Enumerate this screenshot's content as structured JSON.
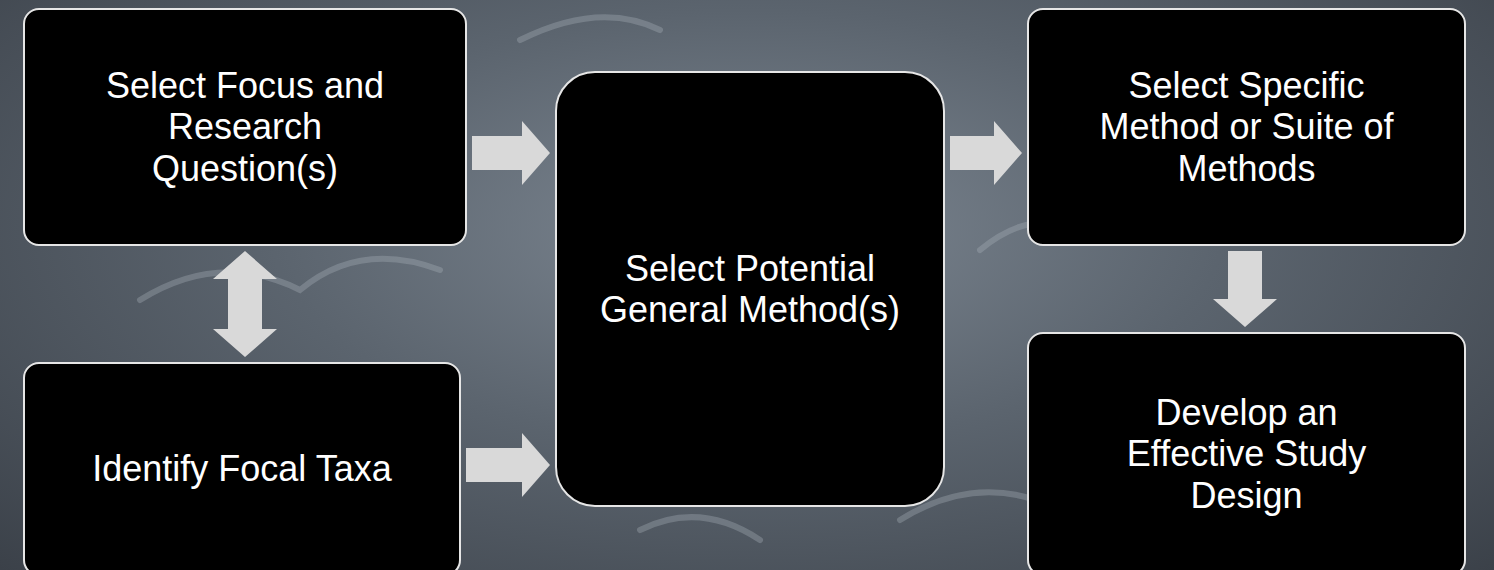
{
  "diagram": {
    "nodes": [
      {
        "text": [
          "Select Focus and Research Question(s)"
        ]
      },
      {
        "text": [
          "Identify Focal Taxa"
        ]
      },
      {
        "text": [
          "Select Potential General Method(s)"
        ]
      },
      {
        "text": [
          "Select Specific Method or Suite of Methods"
        ]
      },
      {
        "text": [
          "Develop an Effective Study Design"
        ]
      }
    ],
    "edges": [
      {
        "from": 0,
        "to": 1,
        "arrow": "both"
      },
      {
        "from": 0,
        "to": 2,
        "arrow": "to"
      },
      {
        "from": 1,
        "to": 2,
        "arrow": "to"
      },
      {
        "from": 2,
        "to": 3,
        "arrow": "to"
      },
      {
        "from": 3,
        "to": 4,
        "arrow": "to"
      }
    ]
  }
}
